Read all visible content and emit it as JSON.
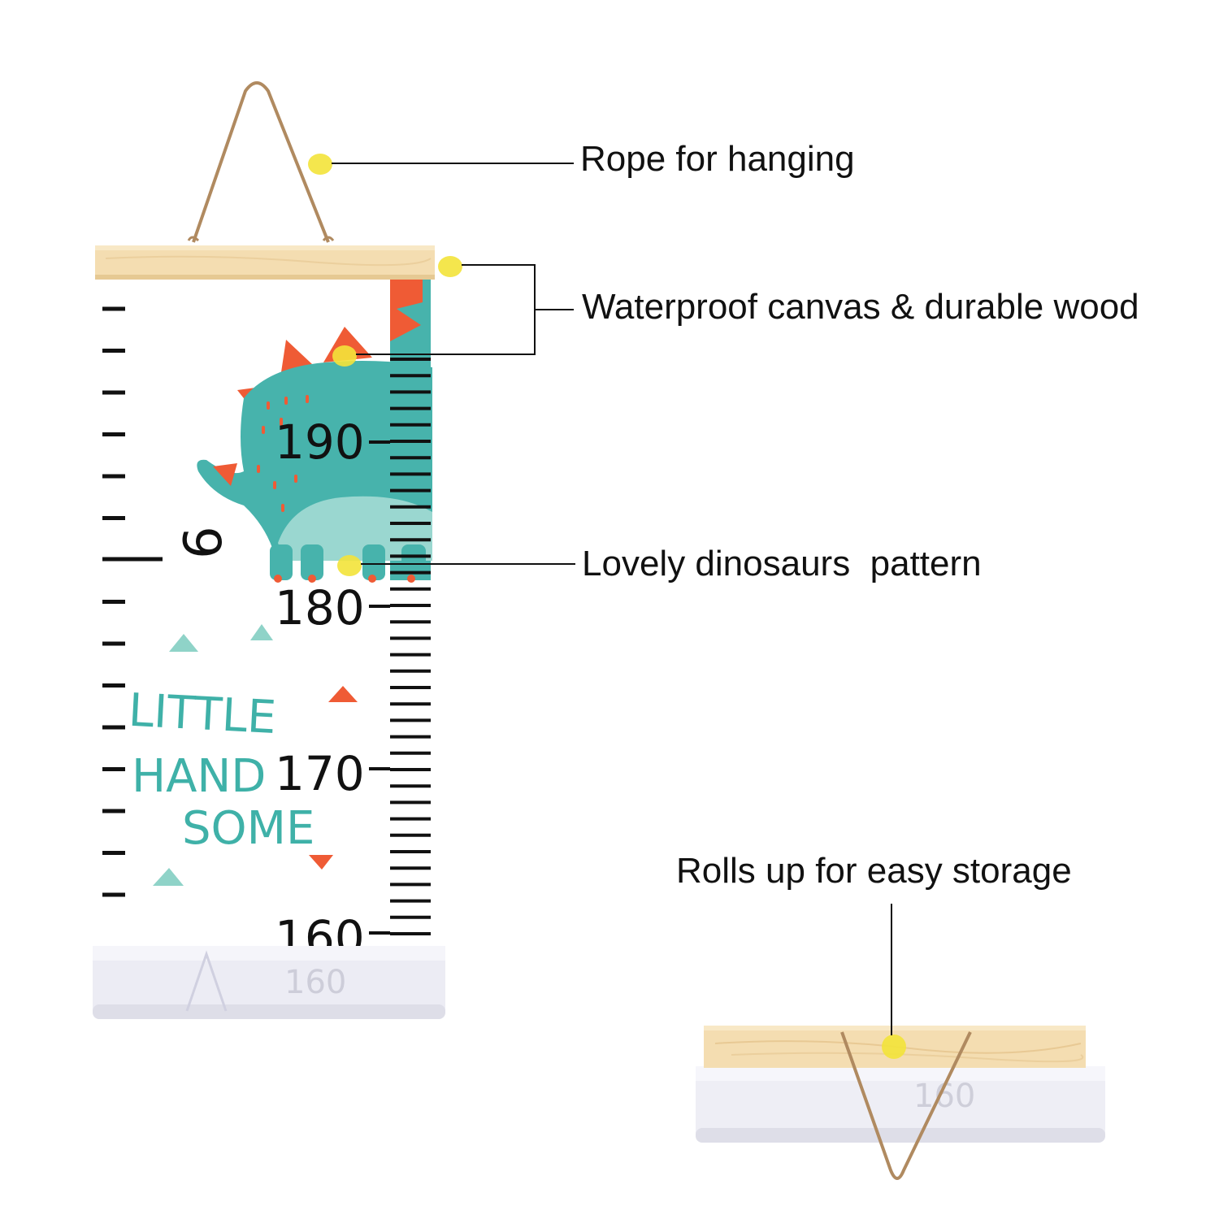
{
  "callouts": {
    "rope": "Rope for hanging",
    "material": "Waterproof canvas & durable wood",
    "pattern": "Lovely dinosaurs  pattern",
    "storage": "Rolls up for easy storage"
  },
  "ruler": {
    "numbers": [
      "190",
      "180",
      "170",
      "160"
    ],
    "rotated_digit": "6",
    "phrase": [
      "LITTLE",
      "HAND",
      "SOME"
    ],
    "roll_print": "160"
  },
  "colors": {
    "wood": "#f4ddb1",
    "rope": "#b08a60",
    "dino": "#47b3ac",
    "dino_belly": "#9ad7d0",
    "spikes": "#ef5b35",
    "marker": "#f3e33a",
    "tick": "#111111"
  }
}
